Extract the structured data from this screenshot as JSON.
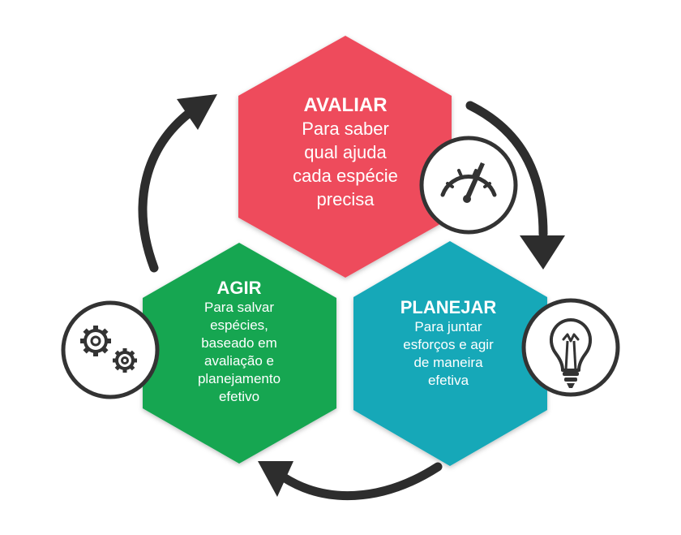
{
  "colors": {
    "avaliar": "#ee4b5c",
    "agir": "#12a651",
    "planejar": "#12a8b8",
    "arrow": "#2d2d2d",
    "icon_stroke": "#333333"
  },
  "steps": [
    {
      "id": "avaliar",
      "title": "AVALIAR",
      "lines": [
        "Para saber",
        "qual ajuda",
        "cada espécie",
        "precisa"
      ],
      "icon": "gauge-icon"
    },
    {
      "id": "planejar",
      "title": "PLANEJAR",
      "lines": [
        "Para juntar",
        "esforços e agir",
        "de maneira",
        "efetiva"
      ],
      "icon": "lightbulb-icon"
    },
    {
      "id": "agir",
      "title": "AGIR",
      "lines": [
        "Para salvar",
        "espécies,",
        "baseado em",
        "avaliação e",
        "planejamento",
        "efetivo"
      ],
      "icon": "gears-icon"
    }
  ]
}
